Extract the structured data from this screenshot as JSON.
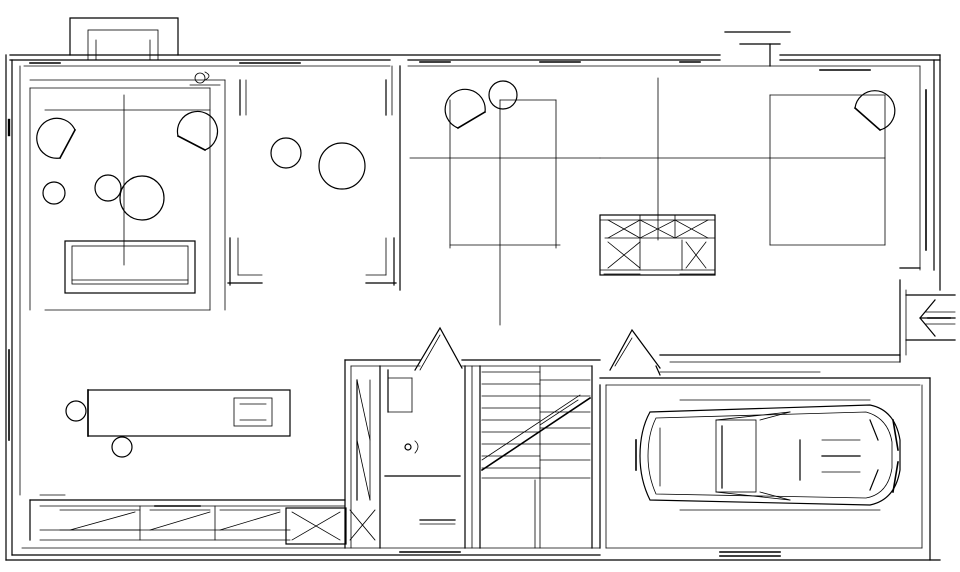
{
  "drawing": {
    "type": "architectural floor plan (ground floor)",
    "colors": {
      "ink": "#000000",
      "paper": "#ffffff"
    },
    "rooms": [
      {
        "name": "living-area",
        "furniture": [
          "sofa",
          "armchair-left",
          "armchair-right",
          "coffee-table",
          "side-table",
          "floor-lamp"
        ]
      },
      {
        "name": "dining-area",
        "furniture": [
          "round-table-small",
          "round-table-large"
        ]
      },
      {
        "name": "bedroom-1",
        "furniture": [
          "bed",
          "lamp-left",
          "lamp-right"
        ]
      },
      {
        "name": "bedroom-2",
        "furniture": [
          "bed",
          "lamp"
        ]
      },
      {
        "name": "storage",
        "furniture": [
          "crates"
        ]
      },
      {
        "name": "kitchen",
        "furniture": [
          "counter",
          "sink",
          "stools"
        ]
      },
      {
        "name": "utility",
        "furniture": [
          "shelving"
        ]
      },
      {
        "name": "stair",
        "furniture": [
          "stair-flight"
        ]
      },
      {
        "name": "garage",
        "furniture": [
          "car"
        ]
      },
      {
        "name": "entry",
        "furniture": [
          "entry-arrow"
        ]
      }
    ]
  }
}
